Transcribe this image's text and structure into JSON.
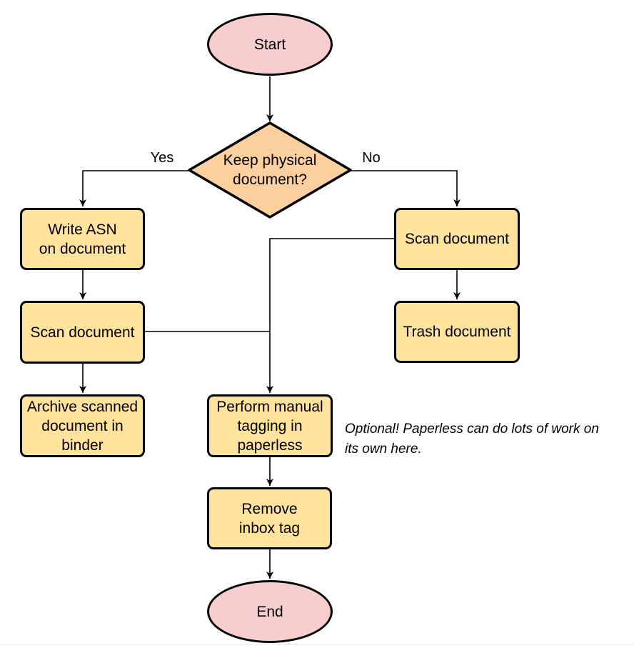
{
  "colors": {
    "terminal_fill": "#f8cdcd",
    "process_fill": "#ffe29b",
    "decision_fill": "#fbd09e",
    "border_color": "#000000",
    "line_color": "#000000"
  },
  "nodes": {
    "start": {
      "type": "terminal",
      "label": "Start"
    },
    "decision": {
      "type": "decision",
      "label": "Keep physical\ndocument?"
    },
    "write_asn": {
      "type": "process",
      "label": "Write ASN\non document"
    },
    "scan_left": {
      "type": "process",
      "label": "Scan document"
    },
    "archive": {
      "type": "process",
      "label": "Archive scanned\ndocument in\nbinder"
    },
    "scan_right": {
      "type": "process",
      "label": "Scan document"
    },
    "trash": {
      "type": "process",
      "label": "Trash document"
    },
    "tagging": {
      "type": "process",
      "label": "Perform manual\ntagging in\npaperless"
    },
    "remove_inbox": {
      "type": "process",
      "label": "Remove\ninbox tag"
    },
    "end": {
      "type": "terminal",
      "label": "End"
    }
  },
  "edge_labels": {
    "yes": "Yes",
    "no": "No"
  },
  "annotation": {
    "text": "Optional! Paperless can do lots of work on\nits own here."
  }
}
